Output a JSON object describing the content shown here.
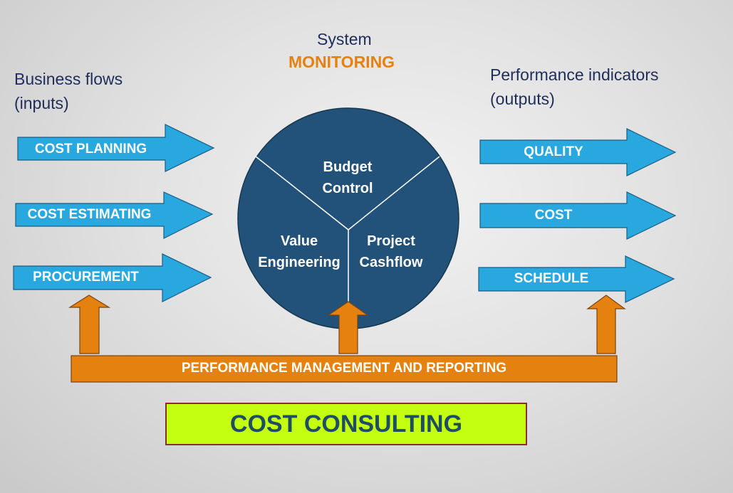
{
  "header": {
    "system_label": "System",
    "monitoring_label": "MONITORING",
    "inputs_title_line1": "Business flows",
    "inputs_title_line2": "(inputs)",
    "outputs_title_line1": "Performance indicators",
    "outputs_title_line2": "(outputs)"
  },
  "inputs": [
    "COST PLANNING",
    "COST ESTIMATING",
    "PROCUREMENT"
  ],
  "outputs": [
    "QUALITY",
    "COST",
    "SCHEDULE"
  ],
  "circle": {
    "segment_top_line1": "Budget",
    "segment_top_line2": "Control",
    "segment_left_line1": "Value",
    "segment_left_line2": "Engineering",
    "segment_right_line1": "Project",
    "segment_right_line2": "Cashflow"
  },
  "bar_label": "PERFORMANCE MANAGEMENT AND REPORTING",
  "footer_label": "COST CONSULTING",
  "colors": {
    "arrow_blue": "#29a8e0",
    "circle_navy": "#22527a",
    "orange": "#e5820f",
    "lime": "#c4ff11",
    "heading_navy": "#1f2d5a"
  }
}
